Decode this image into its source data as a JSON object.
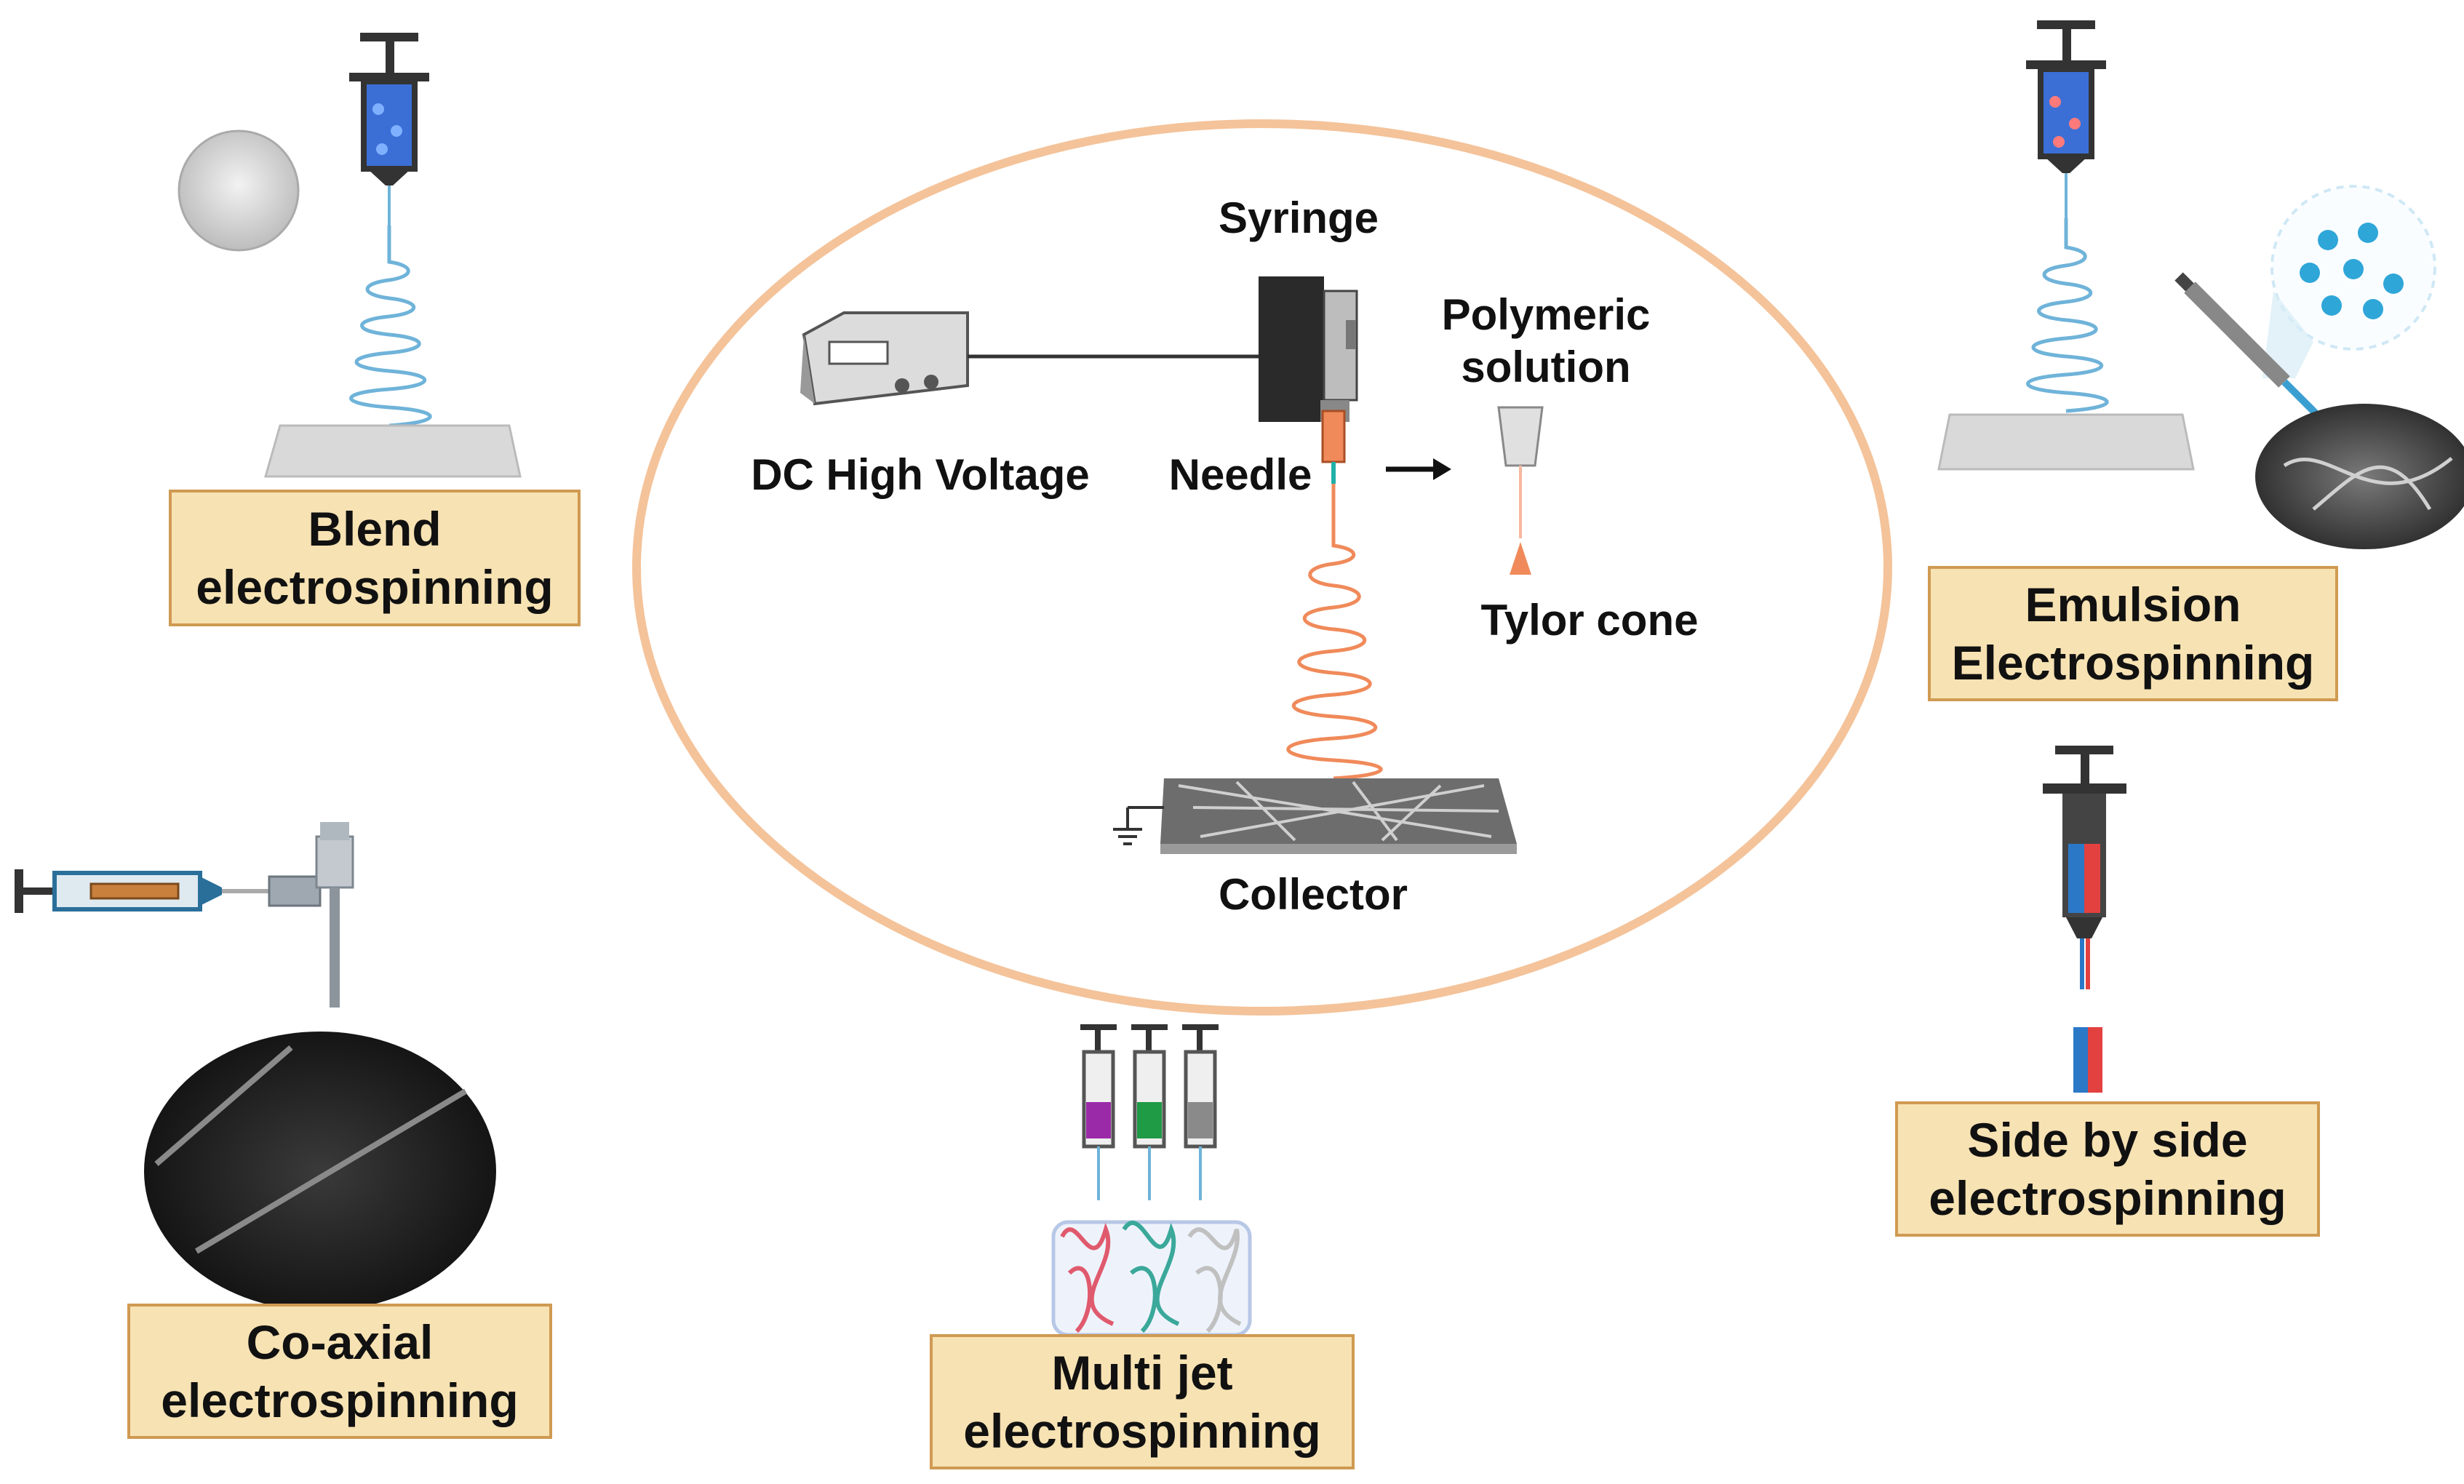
{
  "center": {
    "syringe": "Syringe",
    "polymeric_line1": "Polymeric",
    "polymeric_line2": "solution",
    "dc_high_voltage": "DC High Voltage",
    "needle": "Needle",
    "tylor_cone": "Tylor cone",
    "collector": "Collector"
  },
  "methods": {
    "blend": {
      "line1": "Blend",
      "line2": "electrospinning"
    },
    "emulsion": {
      "line1": "Emulsion",
      "line2": "Electrospinning"
    },
    "coaxial": {
      "line1": "Co-axial",
      "line2": "electrospinning"
    },
    "multijet": {
      "line1": "Multi jet",
      "line2": "electrospinning"
    },
    "sidebyside": {
      "line1": "Side by side",
      "line2": "electrospinning"
    }
  },
  "colors": {
    "ellipse": "#f4c39a",
    "label_fill": "#f7e2b3",
    "label_border": "#cf9a52",
    "jet_blue": "#6fb3d9",
    "jet_orange": "#f08a5a"
  }
}
